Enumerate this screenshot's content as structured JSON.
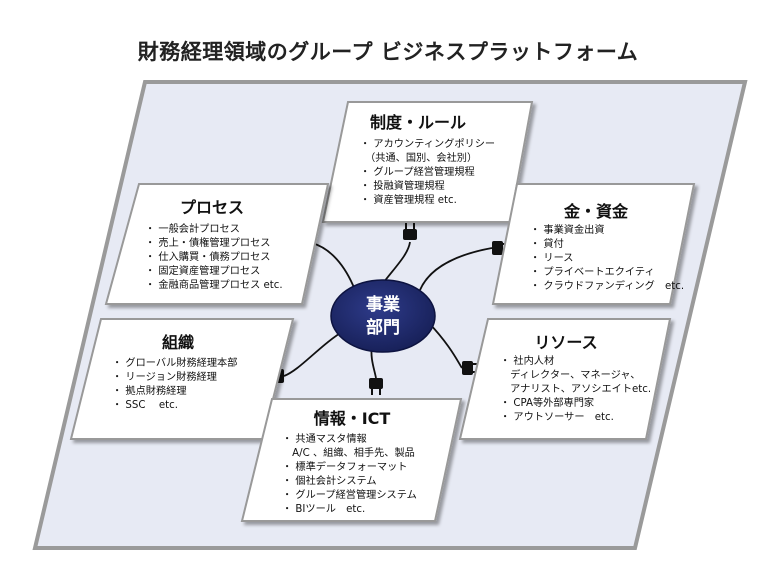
{
  "title": "財務経理領域のグループ ビジネスプラットフォーム",
  "hub": {
    "line1": "事業",
    "line2": "部門",
    "color": "#1f2a6b"
  },
  "boxes": {
    "rules": {
      "title": "制度・ルール",
      "items": [
        "・ アカウンティングポリシー",
        "　（共通、国別、会社別）",
        "・ グループ経営管理規程",
        "・ 投融資管理規程",
        "・ 資産管理規程 etc."
      ]
    },
    "process": {
      "title": "プロセス",
      "items": [
        "・ 一般会計プロセス",
        "・ 売上・債権管理プロセス",
        "・ 仕入購買・債務プロセス",
        "・ 固定資産管理プロセス",
        "・ 金融商品管理プロセス etc."
      ]
    },
    "finance": {
      "title": "金・資金",
      "items": [
        "・ 事業資金出資",
        "・ 貸付",
        "・ リース",
        "・ プライベートエクイティ",
        "・ クラウドファンディング　etc."
      ]
    },
    "org": {
      "title": "組織",
      "items": [
        "・ グローバル財務経理本部",
        "・ リージョン財務経理",
        "・ 拠点財務経理",
        "・ SSC　 etc."
      ]
    },
    "resources": {
      "title": "リソース",
      "items": [
        "・ 社内人材",
        "　ディレクター、マネージャ、",
        "　アナリスト、アソシエイトetc.",
        "・ CPA等外部専門家",
        "・ アウトソーサー　etc."
      ]
    },
    "ict": {
      "title": "情報・ICT",
      "items": [
        "・ 共通マスタ情報",
        "　A/C 、組織、相手先、製品",
        "・ 標準データフォーマット",
        "・ 個社会計システム",
        "・ グループ経営管理システム",
        "・ BIツール　etc."
      ]
    }
  }
}
